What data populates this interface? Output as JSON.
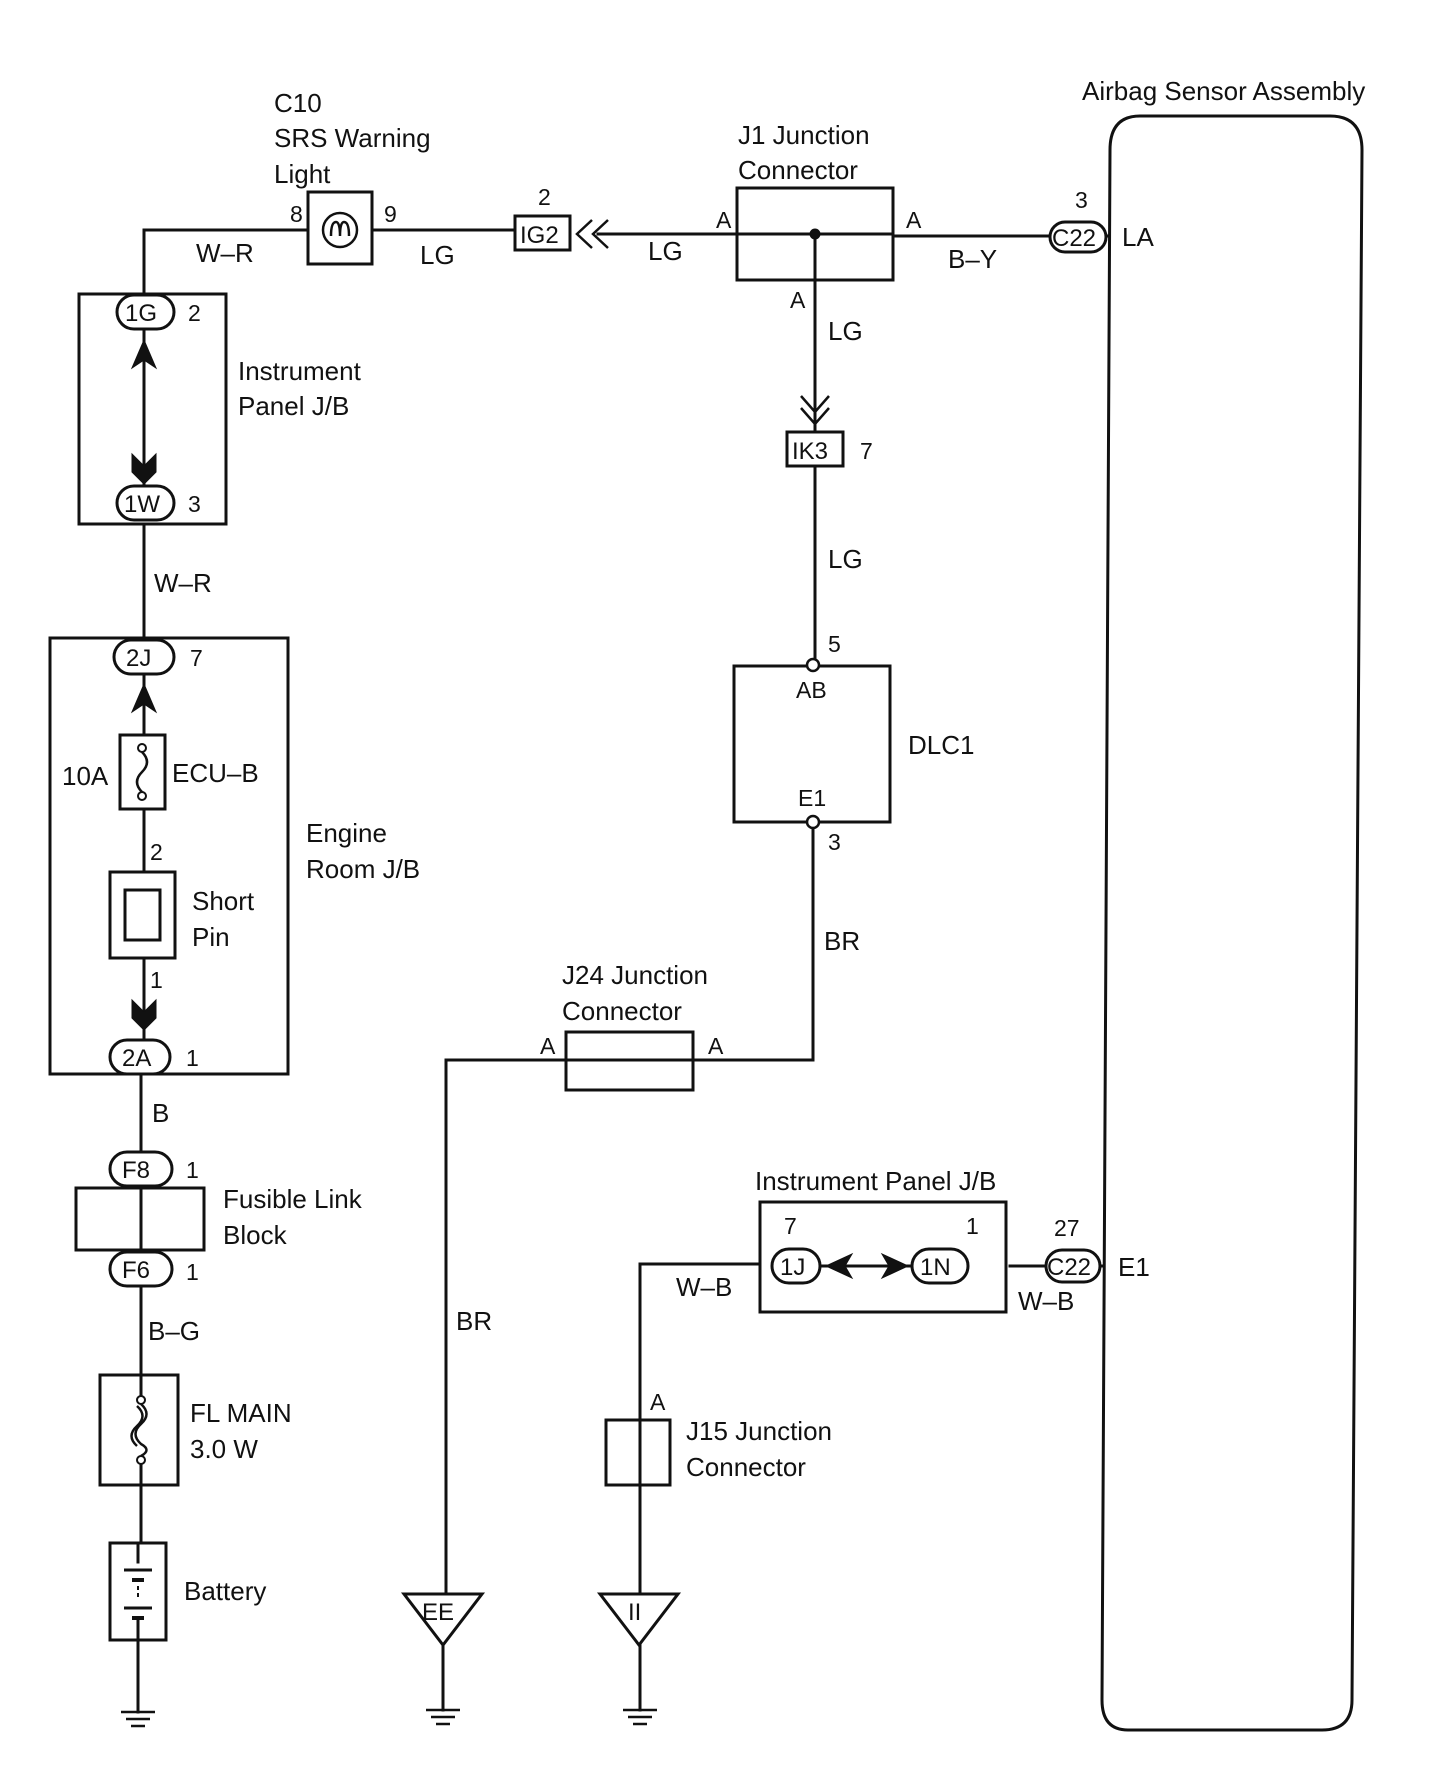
{
  "components": {
    "c10": {
      "id": "C10",
      "name_line1": "SRS Warning",
      "name_line2": "Light",
      "pin_left": "8",
      "pin_right": "9"
    },
    "ig2": {
      "label": "IG2",
      "pin": "2"
    },
    "j1": {
      "line1": "J1 Junction",
      "line2": "Connector",
      "pin_left": "A",
      "pin_right": "A",
      "pin_bottom": "A"
    },
    "airbag": {
      "name": "Airbag Sensor Assembly",
      "terminal_la": "LA",
      "terminal_e1": "E1"
    },
    "c22_top": {
      "label": "C22",
      "pin": "3"
    },
    "c22_bottom": {
      "label": "C22",
      "pin": "27"
    },
    "ip_jb_top": {
      "line1": "Instrument",
      "line2": "Panel J/B",
      "conn_top": "1G",
      "pin_top": "2",
      "conn_bottom": "1W",
      "pin_bottom": "3"
    },
    "ik3": {
      "label": "IK3",
      "pin": "7"
    },
    "dlc1": {
      "name": "DLC1",
      "terminal_ab": "AB",
      "terminal_e1": "E1",
      "pin_top": "5",
      "pin_bottom": "3"
    },
    "engine_room_jb": {
      "line1": "Engine",
      "line2": "Room J/B",
      "conn_top": "2J",
      "pin_top": "7",
      "conn_bottom": "2A",
      "pin_bottom": "1"
    },
    "fuse_ecub": {
      "rating": "10A",
      "name": "ECU–B"
    },
    "short_pin": {
      "line1": "Short",
      "line2": "Pin",
      "pin_top": "2",
      "pin_bottom": "1"
    },
    "j24": {
      "line1": "J24 Junction",
      "line2": "Connector",
      "pin_left": "A",
      "pin_right": "A"
    },
    "fusible_link": {
      "line1": "Fusible Link",
      "line2": "Block",
      "conn_top": "F8",
      "pin_top": "1",
      "conn_bottom": "F6",
      "pin_bottom": "1"
    },
    "ip_jb_bottom": {
      "name": "Instrument Panel J/B",
      "conn_left": "1J",
      "pin_left": "7",
      "conn_right": "1N",
      "pin_right": "1"
    },
    "fl_main": {
      "line1": "FL MAIN",
      "line2": "3.0 W"
    },
    "j15": {
      "line1": "J15 Junction",
      "line2": "Connector",
      "pin": "A"
    },
    "battery": {
      "name": "Battery"
    },
    "ground_ee": {
      "label": "EE"
    },
    "ground_ii": {
      "label": "II"
    }
  },
  "wires": {
    "w_r_top": "W–R",
    "lg_left": "LG",
    "lg_right": "LG",
    "b_y": "B–Y",
    "lg_vert1": "LG",
    "lg_vert2": "LG",
    "w_r_mid": "W–R",
    "br_right": "BR",
    "b": "B",
    "br_left": "BR",
    "w_b_left": "W–B",
    "w_b_right": "W–B",
    "b_g": "B–G"
  }
}
